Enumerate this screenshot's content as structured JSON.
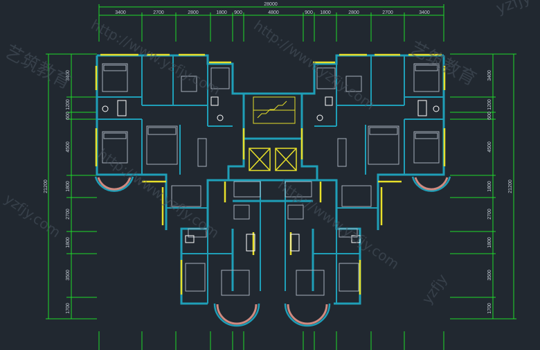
{
  "drawing": {
    "background": "#212830",
    "wall_color": "#1f9fb8",
    "window_color": "#e8e02a",
    "dimension_color": "#1fdc2a",
    "text_color": "#c8d0d8",
    "furniture_color": "#a8b0bc"
  },
  "dimensions": {
    "top_total": "28000",
    "top_segments": [
      "3400",
      "2700",
      "2800",
      "1800",
      "900",
      "4800",
      "900",
      "1800",
      "2800",
      "2700",
      "3400"
    ],
    "left_total": "21200",
    "left_segments": [
      "3400",
      "1200",
      "600",
      "4500",
      "1800",
      "2700",
      "1800",
      "3500",
      "1700"
    ],
    "right_total": "21200",
    "right_segments": [
      "3400",
      "1200",
      "600",
      "4500",
      "1800",
      "2700",
      "1800",
      "3500",
      "1700"
    ]
  },
  "watermark": {
    "url_text": "http://www.yzfjy.com",
    "brand_cn": "艺筑教育",
    "brand_short": "yzfjy.com",
    "corner_text": "yzfjy"
  }
}
